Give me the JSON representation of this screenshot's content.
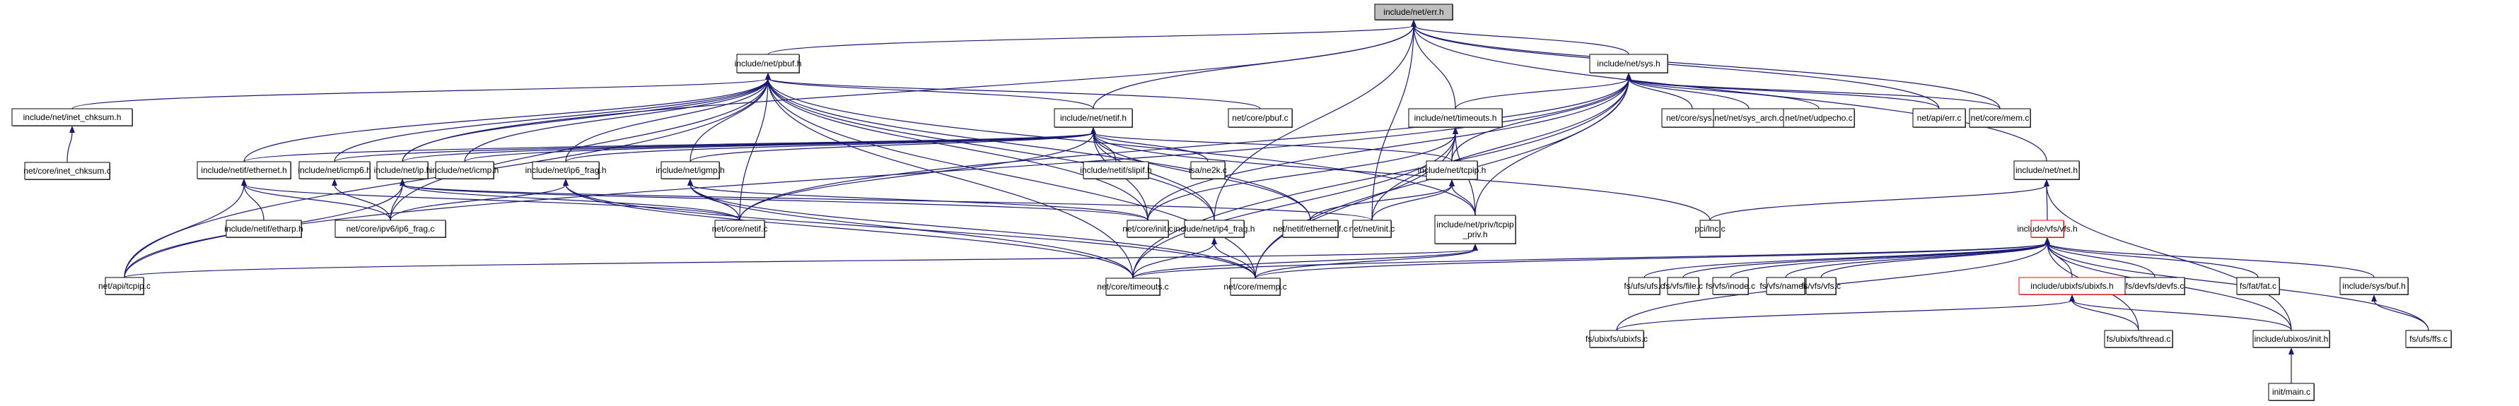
{
  "title": "include/net/err.h include dependency graph",
  "colors": {
    "edge": "#191970",
    "node_border": "#000000",
    "root_fill": "#bfbfbf",
    "highlight_border": "#ff0000",
    "background": "#ffffff"
  },
  "nodes": [
    {
      "id": "err_h",
      "label": "include/net/err.h",
      "root": true
    },
    {
      "id": "pbuf_h",
      "label": "include/net/pbuf.h"
    },
    {
      "id": "sys_h",
      "label": "include/net/sys.h"
    },
    {
      "id": "inet_chksum_h",
      "label": "include/net/inet_chksum.h"
    },
    {
      "id": "inet_chksum_c",
      "label": "net/core/inet_chksum.c"
    },
    {
      "id": "netif_h",
      "label": "include/net/netif.h"
    },
    {
      "id": "pbuf_c",
      "label": "net/core/pbuf.c"
    },
    {
      "id": "timeouts_h",
      "label": "include/net/timeouts.h"
    },
    {
      "id": "core_sys_c",
      "label": "net/core/sys.c"
    },
    {
      "id": "sys_arch_c",
      "label": "net/net/sys_arch.c"
    },
    {
      "id": "udpecho_c",
      "label": "net/net/udpecho.c"
    },
    {
      "id": "api_err_c",
      "label": "net/api/err.c"
    },
    {
      "id": "mem_c",
      "label": "net/core/mem.c"
    },
    {
      "id": "ethernet_h",
      "label": "include/netif/ethernet.h"
    },
    {
      "id": "icmp6_h",
      "label": "include/net/icmp6.h"
    },
    {
      "id": "ip_h",
      "label": "include/net/ip.h"
    },
    {
      "id": "icmp_h",
      "label": "include/net/icmp.h"
    },
    {
      "id": "ip6_frag_h",
      "label": "include/net/ip6_frag.h"
    },
    {
      "id": "igmp_h",
      "label": "include/net/igmp.h"
    },
    {
      "id": "slipif_h",
      "label": "include/netif/slipif.h"
    },
    {
      "id": "ne2k_c",
      "label": "isa/ne2k.c"
    },
    {
      "id": "tcpip_h",
      "label": "include/net/tcpip.h"
    },
    {
      "id": "net_h",
      "label": "include/net/net.h"
    },
    {
      "id": "etharp_h",
      "label": "include/netif/etharp.h"
    },
    {
      "id": "ip6_frag_c",
      "label": "net/core/ipv6/ip6_frag.c"
    },
    {
      "id": "netif_c",
      "label": "net/core/netif.c"
    },
    {
      "id": "core_init_c",
      "label": "net/core/init.c"
    },
    {
      "id": "ip4_frag_h",
      "label": "include/net/ip4_frag.h"
    },
    {
      "id": "ethernetif_c",
      "label": "net/netif/ethernetif.c"
    },
    {
      "id": "net_init_c",
      "label": "net/net/init.c"
    },
    {
      "id": "tcpip_priv_h",
      "label": "include/net/priv/tcpip\n_priv.h"
    },
    {
      "id": "lnc_c",
      "label": "pci/lnc.c"
    },
    {
      "id": "vfs_h",
      "label": "include/vfs/vfs.h",
      "highlight": true
    },
    {
      "id": "api_tcpip_c",
      "label": "net/api/tcpip.c"
    },
    {
      "id": "timeouts_c",
      "label": "net/core/timeouts.c"
    },
    {
      "id": "memp_c",
      "label": "net/core/memp.c"
    },
    {
      "id": "ufs_c",
      "label": "fs/ufs/ufs.c"
    },
    {
      "id": "vfs_file_c",
      "label": "fs/vfs/file.c"
    },
    {
      "id": "vfs_inode_c",
      "label": "fs/vfs/inode.c"
    },
    {
      "id": "vfs_namei_c",
      "label": "fs/vfs/namei.c"
    },
    {
      "id": "vfs_vfs_c",
      "label": "fs/vfs/vfs.c"
    },
    {
      "id": "ubixfs_h",
      "label": "include/ubixfs/ubixfs.h",
      "highlight": true
    },
    {
      "id": "devfs_c",
      "label": "fs/devfs/devfs.c"
    },
    {
      "id": "fat_c",
      "label": "fs/fat/fat.c"
    },
    {
      "id": "buf_h",
      "label": "include/sys/buf.h"
    },
    {
      "id": "ubixfs_c",
      "label": "fs/ubixfs/ubixfs.c"
    },
    {
      "id": "thread_c",
      "label": "fs/ubixfs/thread.c"
    },
    {
      "id": "ubixos_init_h",
      "label": "include/ubixos/init.h"
    },
    {
      "id": "ffs_c",
      "label": "fs/ufs/ffs.c"
    },
    {
      "id": "main_c",
      "label": "init/main.c"
    }
  ],
  "edges": [
    [
      "pbuf_h",
      "err_h"
    ],
    [
      "sys_h",
      "err_h"
    ],
    [
      "timeouts_h",
      "err_h"
    ],
    [
      "netif_h",
      "err_h"
    ],
    [
      "ip_h",
      "err_h"
    ],
    [
      "ip4_frag_h",
      "err_h"
    ],
    [
      "api_err_c",
      "err_h"
    ],
    [
      "mem_c",
      "err_h"
    ],
    [
      "net_init_c",
      "err_h"
    ],
    [
      "net_h",
      "err_h"
    ],
    [
      "inet_chksum_h",
      "pbuf_h"
    ],
    [
      "netif_h",
      "pbuf_h"
    ],
    [
      "pbuf_c",
      "pbuf_h"
    ],
    [
      "ethernet_h",
      "pbuf_h"
    ],
    [
      "icmp6_h",
      "pbuf_h"
    ],
    [
      "ip_h",
      "pbuf_h"
    ],
    [
      "icmp_h",
      "pbuf_h"
    ],
    [
      "ip6_frag_h",
      "pbuf_h"
    ],
    [
      "igmp_h",
      "pbuf_h"
    ],
    [
      "ip6_frag_c",
      "pbuf_h"
    ],
    [
      "netif_c",
      "pbuf_h"
    ],
    [
      "core_init_c",
      "pbuf_h"
    ],
    [
      "ip4_frag_h",
      "pbuf_h"
    ],
    [
      "ethernetif_c",
      "pbuf_h"
    ],
    [
      "api_tcpip_c",
      "pbuf_h"
    ],
    [
      "memp_c",
      "pbuf_h"
    ],
    [
      "tcpip_priv_h",
      "pbuf_h"
    ],
    [
      "timeouts_c",
      "pbuf_h"
    ],
    [
      "inet_chksum_c",
      "inet_chksum_h"
    ],
    [
      "timeouts_h",
      "sys_h"
    ],
    [
      "core_sys_c",
      "sys_h"
    ],
    [
      "sys_arch_c",
      "sys_h"
    ],
    [
      "udpecho_c",
      "sys_h"
    ],
    [
      "api_err_c",
      "sys_h"
    ],
    [
      "mem_c",
      "sys_h"
    ],
    [
      "tcpip_h",
      "sys_h"
    ],
    [
      "tcpip_priv_h",
      "sys_h"
    ],
    [
      "memp_c",
      "sys_h"
    ],
    [
      "core_init_c",
      "sys_h"
    ],
    [
      "netif_c",
      "sys_h"
    ],
    [
      "timeouts_c",
      "sys_h"
    ],
    [
      "api_tcpip_c",
      "sys_h"
    ],
    [
      "net_init_c",
      "sys_h"
    ],
    [
      "ethernet_h",
      "netif_h"
    ],
    [
      "icmp6_h",
      "netif_h"
    ],
    [
      "ip_h",
      "netif_h"
    ],
    [
      "icmp_h",
      "netif_h"
    ],
    [
      "ip6_frag_h",
      "netif_h"
    ],
    [
      "igmp_h",
      "netif_h"
    ],
    [
      "slipif_h",
      "netif_h"
    ],
    [
      "ne2k_c",
      "netif_h"
    ],
    [
      "netif_c",
      "netif_h"
    ],
    [
      "core_init_c",
      "netif_h"
    ],
    [
      "ip4_frag_h",
      "netif_h"
    ],
    [
      "tcpip_h",
      "netif_h"
    ],
    [
      "ethernetif_c",
      "netif_h"
    ],
    [
      "lnc_c",
      "netif_h"
    ],
    [
      "tcpip_h",
      "timeouts_h"
    ],
    [
      "tcpip_priv_h",
      "timeouts_h"
    ],
    [
      "timeouts_c",
      "timeouts_h"
    ],
    [
      "core_init_c",
      "timeouts_h"
    ],
    [
      "memp_c",
      "timeouts_h"
    ],
    [
      "etharp_h",
      "ethernet_h"
    ],
    [
      "ip6_frag_c",
      "ethernet_h"
    ],
    [
      "api_tcpip_c",
      "ethernet_h"
    ],
    [
      "netif_c",
      "ethernet_h"
    ],
    [
      "ip6_frag_c",
      "icmp6_h"
    ],
    [
      "ip6_frag_c",
      "ip_h"
    ],
    [
      "api_tcpip_c",
      "ip_h"
    ],
    [
      "netif_c",
      "ip_h"
    ],
    [
      "core_init_c",
      "ip_h"
    ],
    [
      "net_init_c",
      "ip_h"
    ],
    [
      "ip6_frag_c",
      "ip6_frag_h"
    ],
    [
      "memp_c",
      "ip6_frag_h"
    ],
    [
      "timeouts_c",
      "ip6_frag_h"
    ],
    [
      "netif_c",
      "igmp_h"
    ],
    [
      "core_init_c",
      "igmp_h"
    ],
    [
      "memp_c",
      "igmp_h"
    ],
    [
      "timeouts_c",
      "igmp_h"
    ],
    [
      "net_init_c",
      "tcpip_h"
    ],
    [
      "ethernetif_c",
      "tcpip_h"
    ],
    [
      "tcpip_priv_h",
      "tcpip_h"
    ],
    [
      "timeouts_c",
      "ip4_frag_h"
    ],
    [
      "memp_c",
      "ip4_frag_h"
    ],
    [
      "api_tcpip_c",
      "tcpip_priv_h"
    ],
    [
      "memp_c",
      "tcpip_priv_h"
    ],
    [
      "timeouts_c",
      "tcpip_priv_h"
    ],
    [
      "lnc_c",
      "net_h"
    ],
    [
      "vfs_h",
      "net_h"
    ],
    [
      "ubixos_init_h",
      "net_h"
    ],
    [
      "memp_c",
      "vfs_h"
    ],
    [
      "timeouts_c",
      "vfs_h"
    ],
    [
      "ufs_c",
      "vfs_h"
    ],
    [
      "vfs_file_c",
      "vfs_h"
    ],
    [
      "vfs_inode_c",
      "vfs_h"
    ],
    [
      "vfs_namei_c",
      "vfs_h"
    ],
    [
      "vfs_vfs_c",
      "vfs_h"
    ],
    [
      "ubixfs_h",
      "vfs_h"
    ],
    [
      "devfs_c",
      "vfs_h"
    ],
    [
      "fat_c",
      "vfs_h"
    ],
    [
      "buf_h",
      "vfs_h"
    ],
    [
      "ubixfs_c",
      "vfs_h"
    ],
    [
      "thread_c",
      "vfs_h"
    ],
    [
      "ubixos_init_h",
      "vfs_h"
    ],
    [
      "ffs_c",
      "vfs_h"
    ],
    [
      "ubixfs_c",
      "ubixfs_h"
    ],
    [
      "thread_c",
      "ubixfs_h"
    ],
    [
      "ubixos_init_h",
      "ubixfs_h"
    ],
    [
      "ffs_c",
      "buf_h"
    ],
    [
      "main_c",
      "ubixos_init_h"
    ]
  ]
}
